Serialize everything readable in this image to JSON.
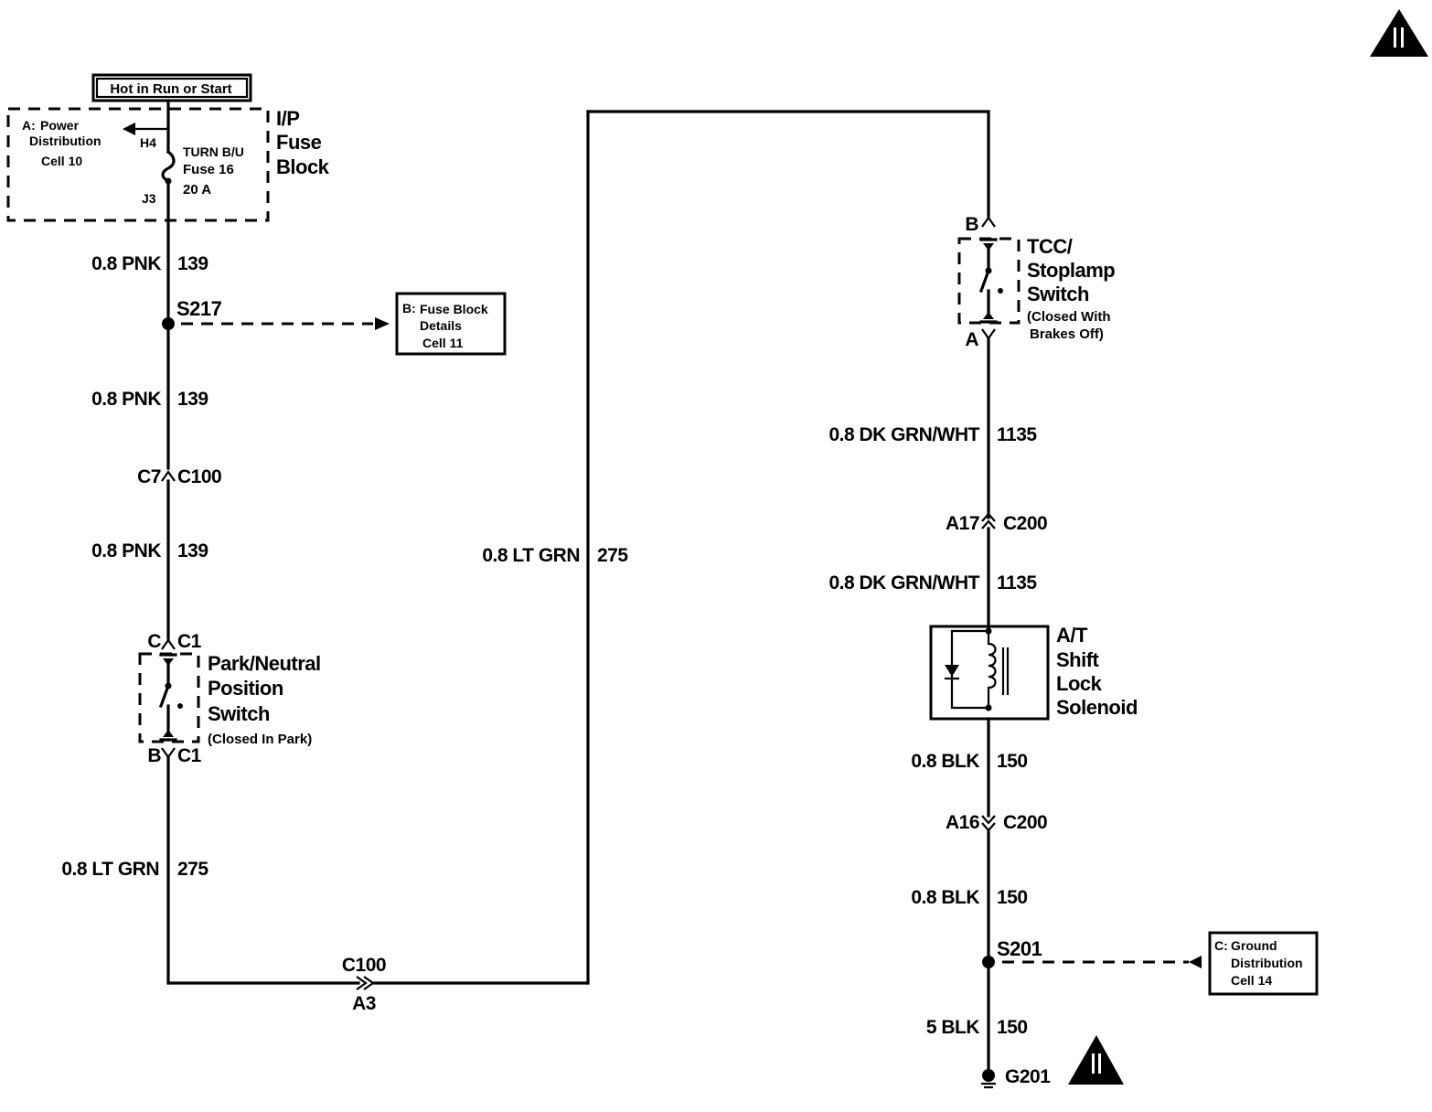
{
  "power_source": "Hot in Run or Start",
  "fuse_block": {
    "title_lines": [
      "I/P",
      "Fuse",
      "Block"
    ],
    "ref_prefix": "A:",
    "ref_lines": [
      "Power",
      "Distribution",
      "Cell 10"
    ],
    "pin_in": "H4",
    "pin_out": "J3",
    "fuse_lines": [
      "TURN B/U",
      "Fuse 16",
      "20 A"
    ]
  },
  "left_circuit": {
    "wire_1": {
      "gauge": "0.8 PNK",
      "circuit": "139"
    },
    "splice": "S217",
    "splice_ref": {
      "prefix": "B:",
      "lines": [
        "Fuse Block",
        "Details",
        "Cell 11"
      ]
    },
    "wire_2": {
      "gauge": "0.8 PNK",
      "circuit": "139"
    },
    "connector": {
      "pin": "C7",
      "name": "C100"
    },
    "wire_3": {
      "gauge": "0.8 PNK",
      "circuit": "139"
    },
    "switch_top": {
      "pin": "C",
      "name": "C1"
    },
    "switch_lines": [
      "Park/Neutral",
      "Position",
      "Switch"
    ],
    "switch_note": "(Closed In Park)",
    "switch_bottom": {
      "pin": "B",
      "name": "C1"
    },
    "wire_4": {
      "gauge": "0.8 LT GRN",
      "circuit": "275"
    }
  },
  "bottom_connector": {
    "name": "C100",
    "pin": "A3"
  },
  "middle_wire": {
    "gauge": "0.8 LT GRN",
    "circuit": "275"
  },
  "right_circuit": {
    "switch_top_pin": "B",
    "switch_lines": [
      "TCC/",
      "Stoplamp",
      "Switch"
    ],
    "switch_note_lines": [
      "(Closed With",
      "Brakes Off)"
    ],
    "switch_bottom_pin": "A",
    "wire_1": {
      "gauge": "0.8 DK GRN/WHT",
      "circuit": "1135"
    },
    "connector_1": {
      "pin": "A17",
      "name": "C200"
    },
    "wire_2": {
      "gauge": "0.8 DK GRN/WHT",
      "circuit": "1135"
    },
    "solenoid_lines": [
      "A/T",
      "Shift",
      "Lock",
      "Solenoid"
    ],
    "wire_3": {
      "gauge": "0.8 BLK",
      "circuit": "150"
    },
    "connector_2": {
      "pin": "A16",
      "name": "C200"
    },
    "wire_4": {
      "gauge": "0.8 BLK",
      "circuit": "150"
    },
    "splice": "S201",
    "splice_ref": {
      "prefix": "C:",
      "lines": [
        "Ground",
        "Distribution",
        "Cell 14"
      ]
    },
    "wire_5": {
      "gauge": "5 BLK",
      "circuit": "150"
    },
    "ground": "G201"
  },
  "icons": [
    "caution-triangle-icon",
    "ground-symbol-icon"
  ]
}
